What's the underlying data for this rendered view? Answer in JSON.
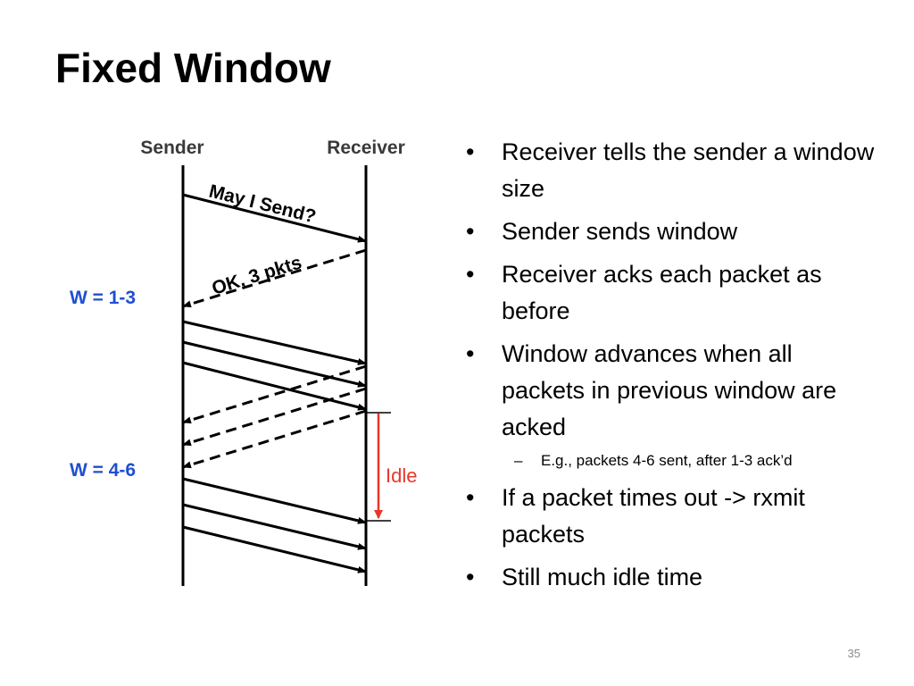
{
  "slide": {
    "title": "Fixed Window",
    "page_number": "35"
  },
  "diagram": {
    "sender_label": "Sender",
    "receiver_label": "Receiver",
    "request_label": "May I Send?",
    "grant_label": "OK, 3 pkts",
    "window1_label": "W = 1-3",
    "window2_label": "W = 4-6",
    "idle_label": "Idle",
    "colors": {
      "line": "#000000",
      "window_label": "#1f4fd1",
      "idle": "#e8372a"
    }
  },
  "bullets": [
    {
      "level": 1,
      "text": "Receiver tells the sender a window size"
    },
    {
      "level": 1,
      "text": "Sender sends window"
    },
    {
      "level": 1,
      "text": "Receiver acks each packet as before"
    },
    {
      "level": 1,
      "text": "Window advances when all packets in previous window are acked"
    },
    {
      "level": 2,
      "text": "E.g., packets 4-6 sent, after 1-3 ack’d"
    },
    {
      "level": 1,
      "text": "If a packet times out -> rxmit packets"
    },
    {
      "level": 1,
      "text": "Still much idle time"
    }
  ]
}
